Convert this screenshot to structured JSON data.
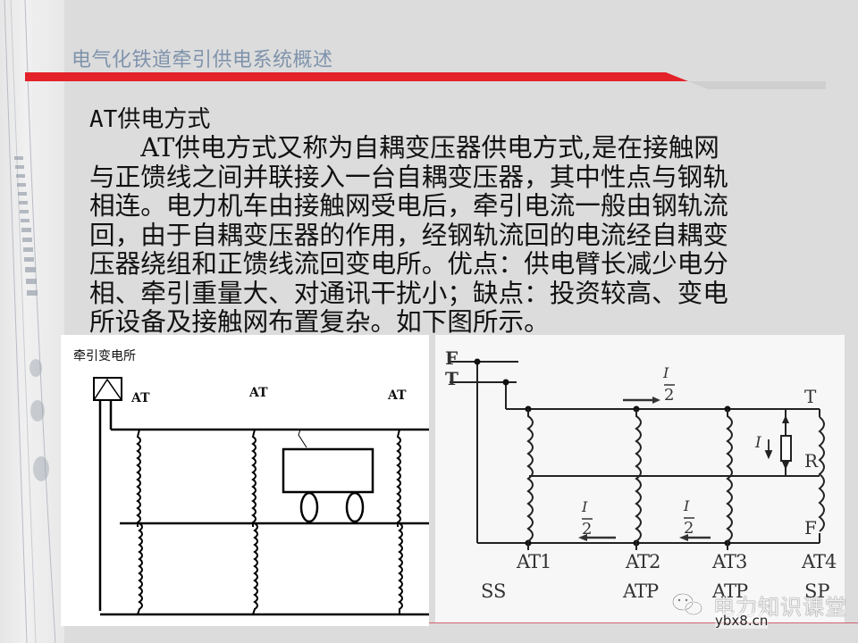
{
  "slide": {
    "title": "电气化铁道牵引供电系统概述",
    "colors": {
      "title": "#7f93ac",
      "accent_bar": "#e3222a",
      "bar_tail": "#cfcfcf",
      "background": "#dcdcdc"
    }
  },
  "content": {
    "heading": "AT供电方式",
    "heading_latin": "AT",
    "heading_cjk": "供电方式",
    "body_lines": [
      "　　AT供电方式又称为自耦变压器供电方式,是在接触网",
      "与正馈线之间并联接入一台自耦变压器，其中性点与钢轨",
      "相连。电力机车由接触网受电后，牵引电流一般由钢轨流",
      "回，由于自耦变压器的作用，经钢轨流回的电流经自耦变",
      "压器绕组和正馈线流回变电所。优点：供电臂长减少电分",
      "相、牵引重量大、对通讯干扰小；缺点：投资较高、变电",
      "所设备及接触网布置复杂。如下图所示。"
    ]
  },
  "figure_left": {
    "substation_label": "牵引变电所",
    "at_labels": [
      "AT",
      "AT",
      "AT"
    ]
  },
  "figure_right": {
    "line_labels_left": [
      "F",
      "T"
    ],
    "line_labels_right": [
      "T",
      "R",
      "F"
    ],
    "current_top": {
      "numerator": "I",
      "denominator": "2"
    },
    "current_bottom": [
      {
        "numerator": "I",
        "denominator": "2"
      },
      {
        "numerator": "I",
        "denominator": "2"
      }
    ],
    "load_current": "I",
    "at_names": [
      "AT1",
      "AT2",
      "AT3",
      "AT4"
    ],
    "station_types": [
      "SS",
      "ATP",
      "ATP",
      "SP"
    ]
  },
  "watermark": {
    "name": "电力知识课堂",
    "url": "ybx8.cn",
    "icon": "wechat-icon"
  }
}
